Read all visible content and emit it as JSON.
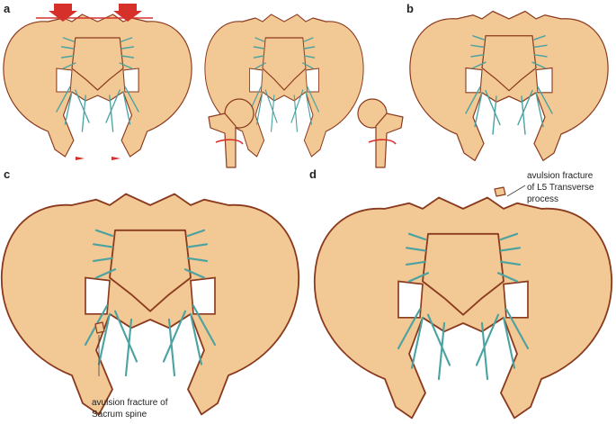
{
  "panels": [
    {
      "letter": "a"
    },
    {
      "letter": "b"
    },
    {
      "letter": "c"
    },
    {
      "letter": "d"
    }
  ],
  "annotations": {
    "c_label_line1": "avulsion fracture of",
    "c_label_line2": "Sacrum spine",
    "d_label_line1": "avulsion fracture",
    "d_label_line2": "of L5 Transverse",
    "d_label_line3": "process"
  },
  "colors": {
    "bone": "#f2c894",
    "outline": "#8a3a1e",
    "ligament": "#4aa3a0",
    "force_arrow": "#d6302a"
  }
}
